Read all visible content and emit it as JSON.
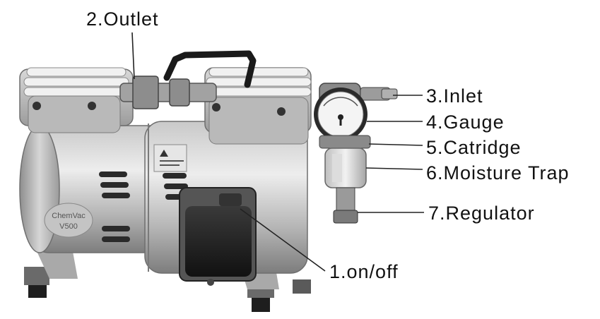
{
  "diagram": {
    "photo_subject": "vacuum-pump",
    "callouts": [
      {
        "id": "outlet",
        "text": "2.Outlet"
      },
      {
        "id": "inlet",
        "text": "3.Inlet"
      },
      {
        "id": "gauge",
        "text": "4.Gauge"
      },
      {
        "id": "cartridge",
        "text": "5.Catridge"
      },
      {
        "id": "trap",
        "text": "6.Moisture Trap"
      },
      {
        "id": "regulator",
        "text": "7.Regulator"
      },
      {
        "id": "onoff",
        "text": "1.on/off"
      }
    ],
    "product_badge": {
      "line1": "ChemVac",
      "line2": "V500"
    },
    "leader_color": "#222222"
  }
}
